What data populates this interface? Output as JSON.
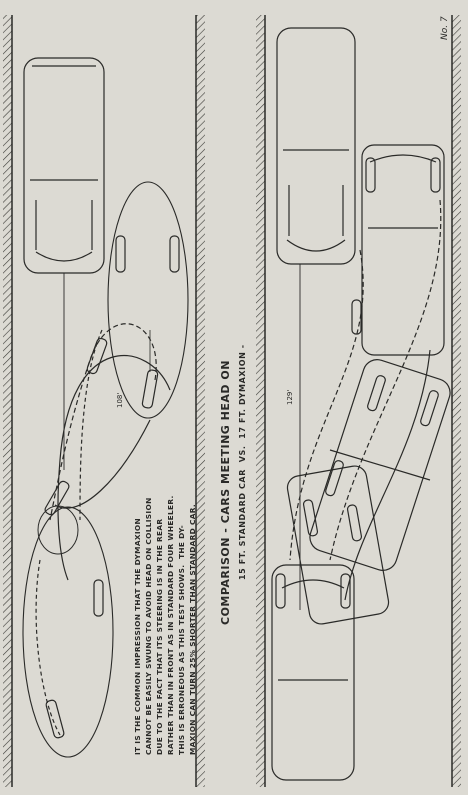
{
  "caption": {
    "lines": [
      "IT IS THE COMMON IMPRESSION THAT THE DYMAXION",
      "CANNOT BE EASILY SWUNG TO AVOID HEAD ON COLLISION",
      "DUE TO THE FACT THAT ITS STEERING IS IN THE REAR",
      "RATHER THAN IN FRONT AS IN STANDARD FOUR WHEELER.",
      "THIS IS ERRONEOUS AS THIS TEST SHOWS.  THE DY-",
      "MAXION CAN TURN 25% SHORTER THAN STANDARD CAR."
    ]
  },
  "title": {
    "heading": "COMPARISON - CARS MEETING HEAD ON",
    "subheading": "15 FT. STANDARD CAR  VS.  17 FT. DYMAXION -"
  },
  "sheet_number": "No. 7",
  "dimensions": {
    "left": "108'",
    "right": "129'"
  },
  "colors": {
    "paper": "#dcdad3",
    "ink": "#2a2a28"
  }
}
